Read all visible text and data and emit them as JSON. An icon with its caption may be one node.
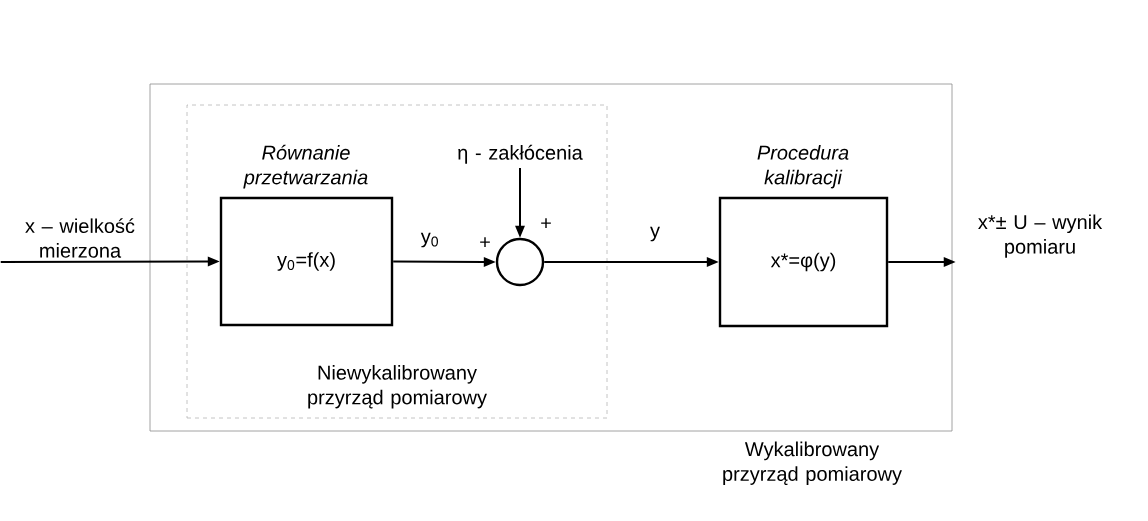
{
  "diagram": {
    "nodes": [
      {
        "text": [
          "Wykalibrowany przyrząd pomiarowy"
        ]
      },
      {
        "text": [
          "Niewykalibrowany przyrząd pomiarowy"
        ],
        "in": 0
      },
      {
        "text": [
          "Równanie przetwarzania",
          "y$_{0}$=f(x)"
        ],
        "in": 1
      },
      {
        "text": [],
        "shape": "circle",
        "in": 1
      },
      {
        "text": [
          "Procedura kalibracji",
          "x*=φ(y)"
        ],
        "in": 0
      },
      {
        "text": [
          "x – wielkość mierzona"
        ]
      },
      {
        "text": [
          "x*± U – wynik pomiaru"
        ]
      },
      {
        "text": [
          "η  - zakłócenia"
        ],
        "in": 1
      }
    ],
    "edges": [
      {
        "from": 5,
        "to": 2,
        "arrow": "to"
      },
      {
        "from": 2,
        "to": 3,
        "arrow": "to",
        "label": "y$_{0}$"
      },
      {
        "from": 7,
        "to": 3,
        "arrow": "to"
      },
      {
        "from": 3,
        "to": 4,
        "arrow": "to",
        "label": "y"
      },
      {
        "from": 4,
        "to": 6,
        "arrow": "to"
      }
    ],
    "labels": [
      "+",
      "+"
    ]
  }
}
